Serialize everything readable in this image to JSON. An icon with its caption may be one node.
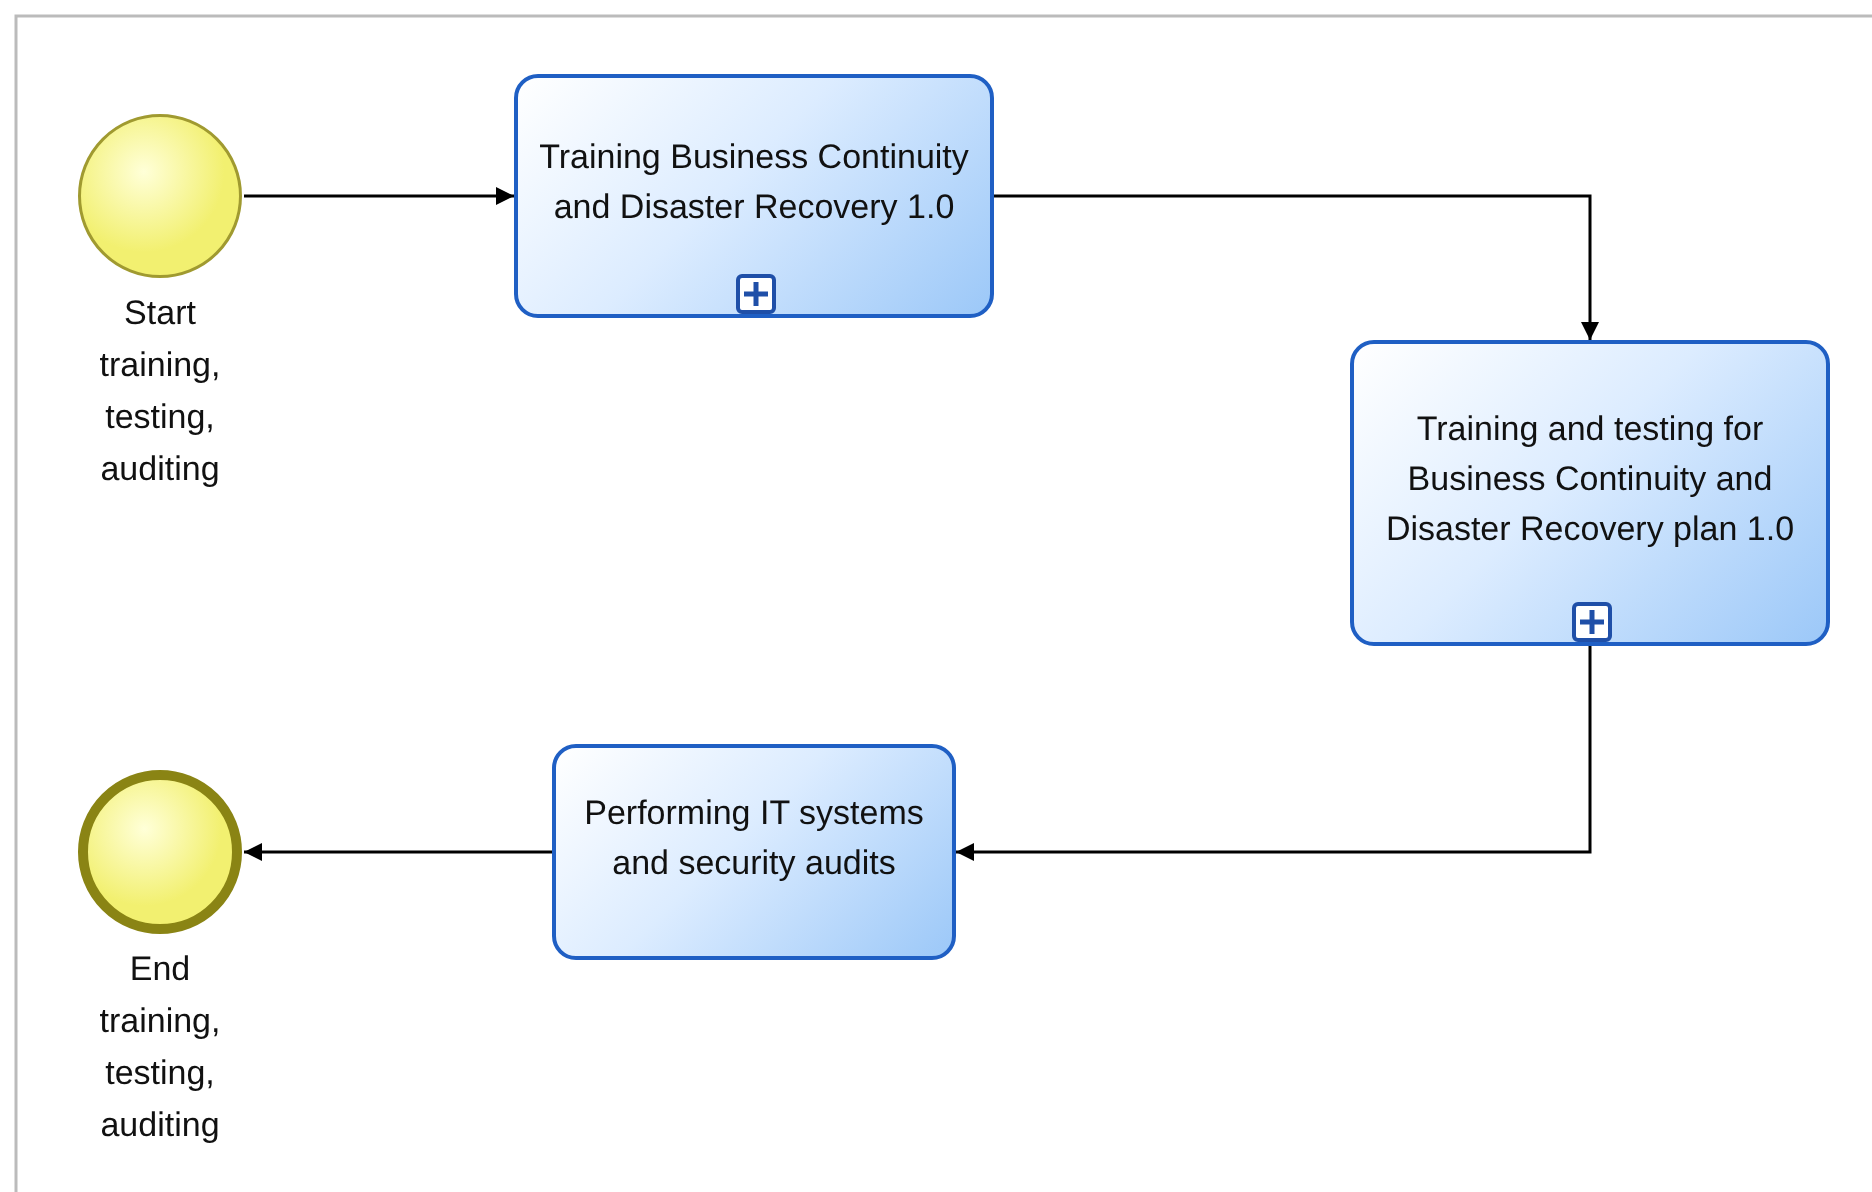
{
  "diagram": {
    "nodes": [
      {
        "text": [],
        "shape": "circle",
        "beside": [
          "Start training, testing, auditing"
        ]
      },
      {
        "text": [
          "Training Business Continuity and Disaster Recovery 1.0"
        ]
      },
      {
        "text": [
          "Training and testing for Business Continuity and Disaster Recovery plan 1.0"
        ]
      },
      {
        "text": [
          "Performing IT systems and security audits"
        ]
      },
      {
        "text": [],
        "shape": "circle",
        "beside": [
          "End training, testing, auditing"
        ]
      }
    ],
    "edges": [
      {
        "from": 0,
        "to": 1,
        "arrow": "to"
      },
      {
        "from": 1,
        "to": 2,
        "arrow": "to"
      },
      {
        "from": 2,
        "to": 3,
        "arrow": "to"
      },
      {
        "from": 3,
        "to": 4,
        "arrow": "to"
      }
    ]
  }
}
